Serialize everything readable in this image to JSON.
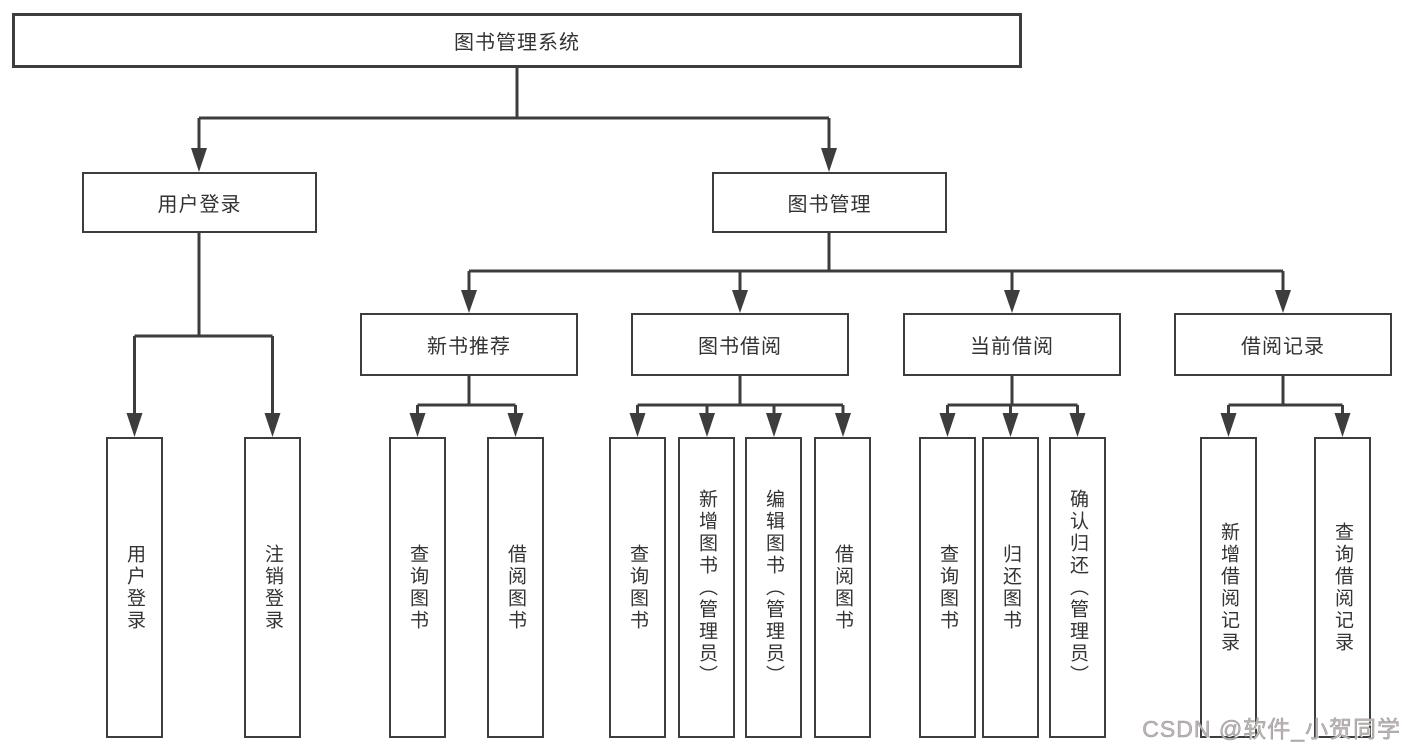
{
  "root": {
    "label": "图书管理系统"
  },
  "level2": [
    {
      "label": "用户登录"
    },
    {
      "label": "图书管理"
    }
  ],
  "level3": [
    {
      "label": "新书推荐",
      "parent": "图书管理"
    },
    {
      "label": "图书借阅",
      "parent": "图书管理"
    },
    {
      "label": "当前借阅",
      "parent": "图书管理"
    },
    {
      "label": "借阅记录",
      "parent": "图书管理"
    }
  ],
  "leaves": [
    {
      "label": "用户登录",
      "parent": "用户登录"
    },
    {
      "label": "注销登录",
      "parent": "用户登录"
    },
    {
      "label": "查询图书",
      "parent": "新书推荐"
    },
    {
      "label": "借阅图书",
      "parent": "新书推荐"
    },
    {
      "label": "查询图书",
      "parent": "图书借阅"
    },
    {
      "label": "新增图书（管理员）",
      "parent": "图书借阅"
    },
    {
      "label": "编辑图书（管理员）",
      "parent": "图书借阅"
    },
    {
      "label": "借阅图书",
      "parent": "图书借阅"
    },
    {
      "label": "查询图书",
      "parent": "当前借阅"
    },
    {
      "label": "归还图书",
      "parent": "当前借阅"
    },
    {
      "label": "确认归还（管理员）",
      "parent": "当前借阅"
    },
    {
      "label": "新增借阅记录",
      "parent": "借阅记录"
    },
    {
      "label": "查询借阅记录",
      "parent": "借阅记录"
    }
  ],
  "watermark": {
    "text": "CSDN @软件_小贺同学"
  },
  "colors": {
    "line": "#3d3d3d",
    "box_border": "#3d3d3d",
    "text": "#333333",
    "background": "#ffffff",
    "watermark": "#beb7b7"
  }
}
